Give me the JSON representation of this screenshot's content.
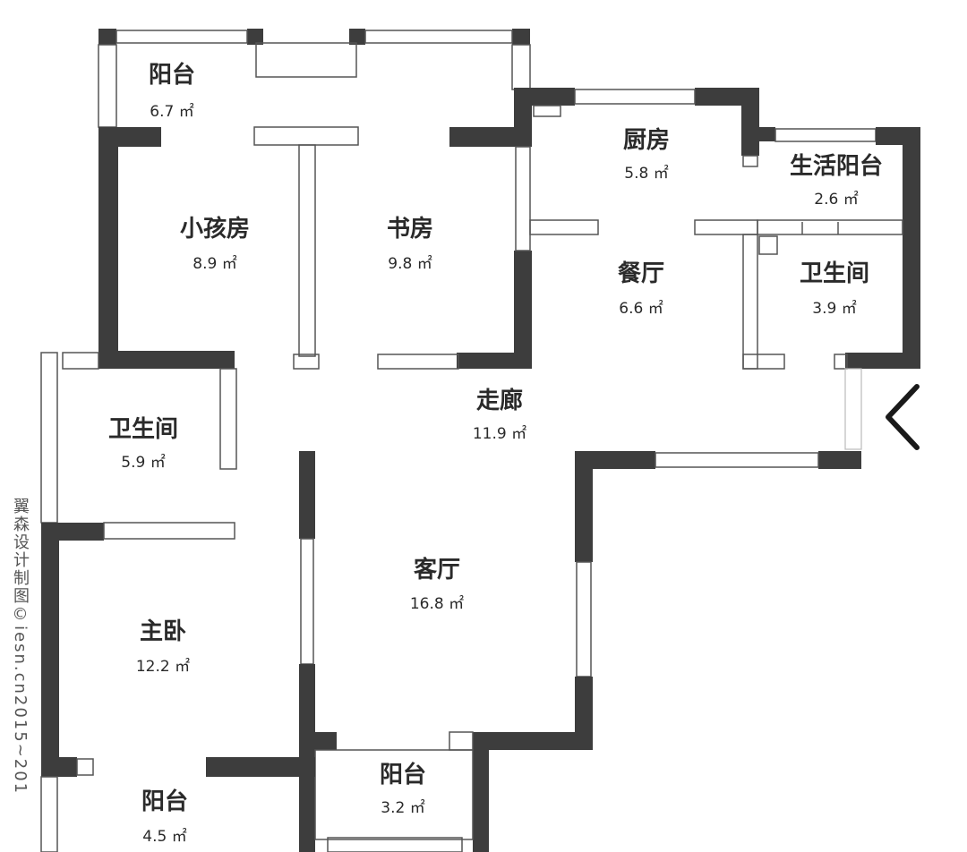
{
  "rooms": [
    {
      "id": "balcony-top",
      "name": "阳台",
      "area": "6.7 ㎡"
    },
    {
      "id": "kitchen",
      "name": "厨房",
      "area": "5.8 ㎡"
    },
    {
      "id": "utility-balcony",
      "name": "生活阳台",
      "area": "2.6 ㎡"
    },
    {
      "id": "child-room",
      "name": "小孩房",
      "area": "8.9 ㎡"
    },
    {
      "id": "study",
      "name": "书房",
      "area": "9.8 ㎡"
    },
    {
      "id": "dining",
      "name": "餐厅",
      "area": "6.6 ㎡"
    },
    {
      "id": "bath-right",
      "name": "卫生间",
      "area": "3.9 ㎡"
    },
    {
      "id": "corridor",
      "name": "走廊",
      "area": "11.9 ㎡"
    },
    {
      "id": "bath-left",
      "name": "卫生间",
      "area": "5.9 ㎡"
    },
    {
      "id": "living",
      "name": "客厅",
      "area": "16.8 ㎡"
    },
    {
      "id": "master-bedroom",
      "name": "主卧",
      "area": "12.2 ㎡"
    },
    {
      "id": "balcony-mid",
      "name": "阳台",
      "area": "3.2 ㎡"
    },
    {
      "id": "balcony-bottom",
      "name": "阳台",
      "area": "4.5 ㎡"
    }
  ],
  "watermark": "翼森设计制图©iesn.cn2015~201",
  "nav": {
    "back_icon": "chevron-left-icon"
  },
  "colors": {
    "wall": "#3d3d3d",
    "wall_outline": "#555555",
    "text": "#2a2a2a"
  }
}
